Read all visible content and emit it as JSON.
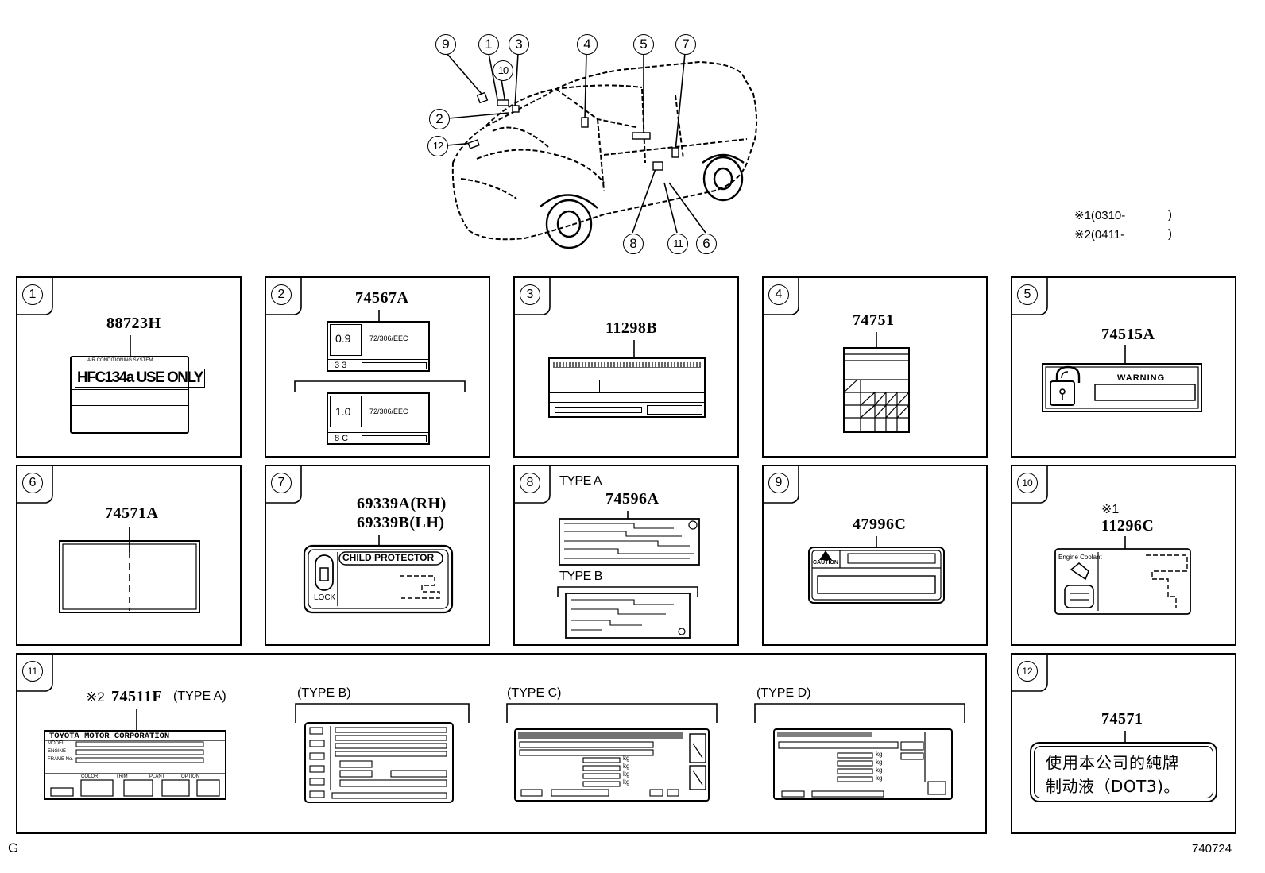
{
  "callouts": [
    "1",
    "2",
    "3",
    "4",
    "5",
    "6",
    "7",
    "8",
    "9",
    "10",
    "11",
    "12"
  ],
  "notes": {
    "n1": "※1(0310-",
    "n1_close": ")",
    "n2": "※2(0411-",
    "n2_close": ")"
  },
  "panels": {
    "p1": {
      "num": "1",
      "part": "88723H",
      "header": "AIR CONDITIONING SYSTEM",
      "main": "HFC134a USE ONLY"
    },
    "p2": {
      "num": "2",
      "part": "74567A",
      "a_val": "0.9",
      "a_code": "72/306/EEC",
      "a_sub": "3 3",
      "b_val": "1.0",
      "b_code": "72/306/EEC",
      "b_sub": "8 C"
    },
    "p3": {
      "num": "3",
      "part": "11298B"
    },
    "p4": {
      "num": "4",
      "part": "74751"
    },
    "p5": {
      "num": "5",
      "part": "74515A",
      "warning": "WARNING"
    },
    "p6": {
      "num": "6",
      "part": "74571A"
    },
    "p7": {
      "num": "7",
      "part_rh": "69339A(RH)",
      "part_lh": "69339B(LH)",
      "title": "CHILD PROTECTOR",
      "lock": "LOCK"
    },
    "p8": {
      "num": "8",
      "type_a": "TYPE A",
      "part": "74596A",
      "type_b": "TYPE B"
    },
    "p9": {
      "num": "9",
      "part": "47996C",
      "caution": "CAUTION"
    },
    "p10": {
      "num": "10",
      "note": "※1",
      "part": "11296C",
      "engine": "Engine Coolant"
    },
    "p11": {
      "num": "11",
      "note": "※2",
      "part": "74511F",
      "type_a": "(TYPE A)",
      "type_b": "(TYPE B)",
      "type_c": "(TYPE C)",
      "type_d": "(TYPE D)",
      "corp": "TOYOTA MOTOR CORPORATION",
      "rows": [
        "MODEL",
        "ENGINE",
        "FRAME No."
      ],
      "cols": [
        "COLOR",
        "TRIM",
        "PLANT",
        "OPTION"
      ],
      "kg": "kg"
    },
    "p12": {
      "num": "12",
      "part": "74571",
      "line1": "使用本公司的純牌",
      "line2": "制动液（DOT3)。"
    }
  },
  "footer": {
    "left": "G",
    "right": "740724"
  }
}
